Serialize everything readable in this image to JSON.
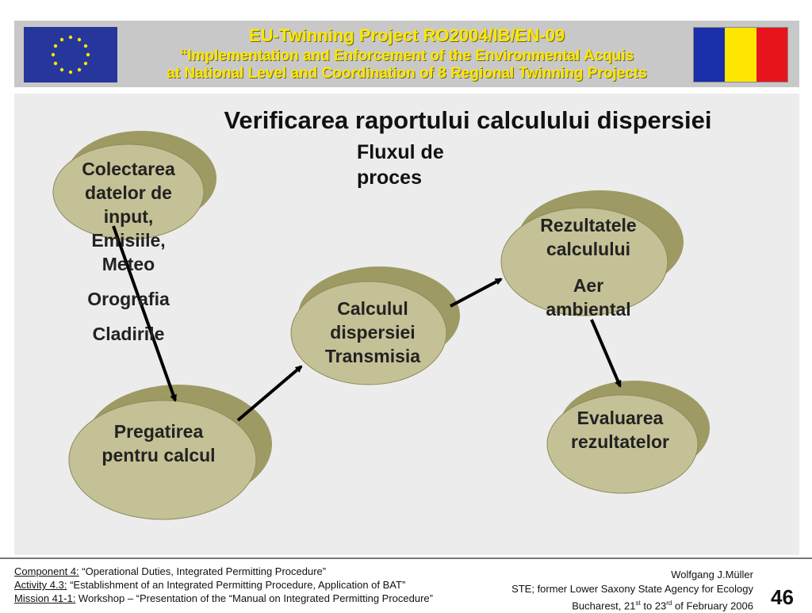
{
  "header": {
    "title_line1": "EU-Twinning  Project  RO2004/IB/EN-09",
    "title_line2": "“Implementation and Enforcement of the Environmental Acquis",
    "title_line3": "at National Level and Coordination of 8 Regional Twinning Projects",
    "eu_flag_color": "#27369b",
    "ro_flag_colors": [
      "#1a2fa8",
      "#ffe600",
      "#e8141d"
    ]
  },
  "slide": {
    "title": "Verificarea raportului calculului dispersiei",
    "subtitle_line1": "Fluxul de",
    "subtitle_line2": "proces"
  },
  "nodes": {
    "collect": {
      "l1": "Colectarea",
      "l2": "datelor de",
      "l3": "input,",
      "l4": "Emisiile,",
      "l5": "Meteo",
      "l6": "Orografia",
      "l7": "Cladirile"
    },
    "prepare": {
      "l1": "Pregatirea",
      "l2": "pentru calcul"
    },
    "calc": {
      "l1": "Calculul",
      "l2": "dispersiei",
      "l3": "Transmisia"
    },
    "results": {
      "l1": "Rezultatele",
      "l2": "calculului",
      "l3": "Aer",
      "l4": "ambiental"
    },
    "eval": {
      "l1": "Evaluarea",
      "l2": "rezultatelor"
    }
  },
  "footer": {
    "component_label": "Component 4:",
    "component_text": " “Operational Duties, Integrated Permitting Procedure”",
    "activity_label": "Activity 4.3:",
    "activity_text": " “Establishment of an Integrated Permitting Procedure, Application of BAT”",
    "mission_label": "Mission 41-1:",
    "mission_text": " Workshop – “Presentation of the “Manual on Integrated Permitting Procedure”",
    "author": "Wolfgang J.Müller",
    "affiliation": "STE; former Lower Saxony State Agency for Ecology",
    "date_prefix": "Bucharest, 21",
    "date_sup1": "st",
    "date_mid": " to 23",
    "date_sup2": "rd",
    "date_suffix": " of February 2006",
    "page_number": "46"
  }
}
